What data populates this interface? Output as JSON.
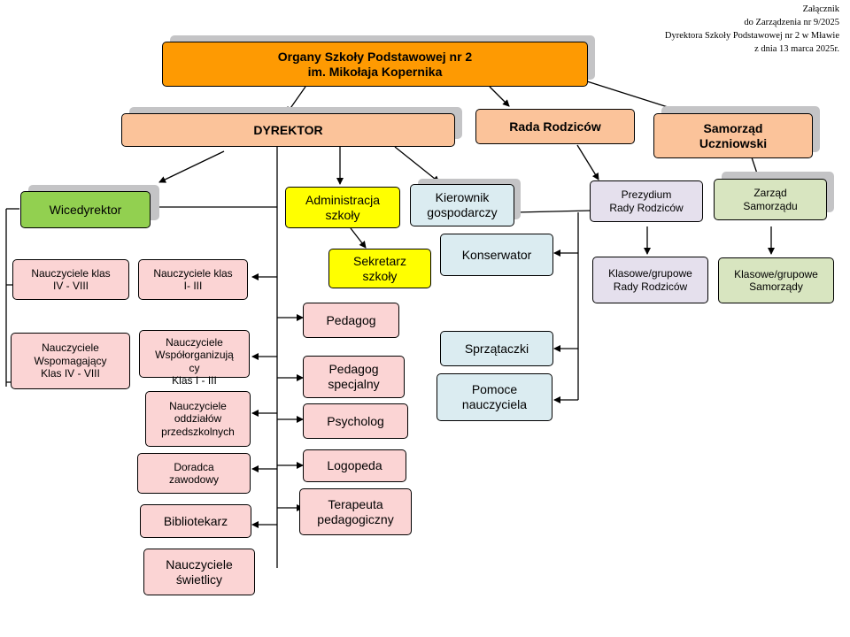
{
  "note": {
    "line1": "Załącznik",
    "line2": "do Zarządzenia nr 9/2025",
    "line3": "Dyrektora Szkoły Podstawowej nr 2 w Mławie",
    "line4": "z dnia 13 marca 2025r."
  },
  "top": {
    "title": "Organy Szkoły Podstawowej nr 2\nim. Mikołaja Kopernika"
  },
  "dyrektor": "DYREKTOR",
  "rada_rodzicow": "Rada Rodziców",
  "samorzad": "Samorząd\nUczniowski",
  "wicedyrektor": "Wicedyrektor",
  "administracja": "Administracja\nszkoły",
  "kierownik": "Kierownik\ngospodarczy",
  "sekretarz": "Sekretarz\nszkoły",
  "konserwator": "Konserwator",
  "sprzataczki": "Sprzątaczki",
  "pomoce": "Pomoce\nnauczyciela",
  "prezydium": "Prezydium\nRady Rodziców",
  "zarzad": "Zarząd\nSamorządu",
  "klasowe_rr": "Klasowe/grupowe\nRady Rodziców",
  "klasowe_su": "Klasowe/grupowe\nSamorządy",
  "naucz_iv_viii": "Nauczyciele klas\nIV - VIII",
  "naucz_i_iii": "Nauczyciele klas\nI- III",
  "naucz_wspom": "Nauczyciele\nWspomagający\nKlas IV - VIII",
  "naucz_wspolorg": "Nauczyciele\nWspółorganizują\ncy\nKlas I - III",
  "naucz_przedszk": "Nauczyciele\noddziałów\nprzedszkolnych",
  "doradca": "Doradca\nzawodowy",
  "bibliotekarz": "Bibliotekarz",
  "swietlica": "Nauczyciele\nświetlicy",
  "pedagog": "Pedagog",
  "pedagog_spec": "Pedagog\nspecjalny",
  "psycholog": "Psycholog",
  "logopeda": "Logopeda",
  "terapeuta": "Terapeuta\npedagogiczny"
}
